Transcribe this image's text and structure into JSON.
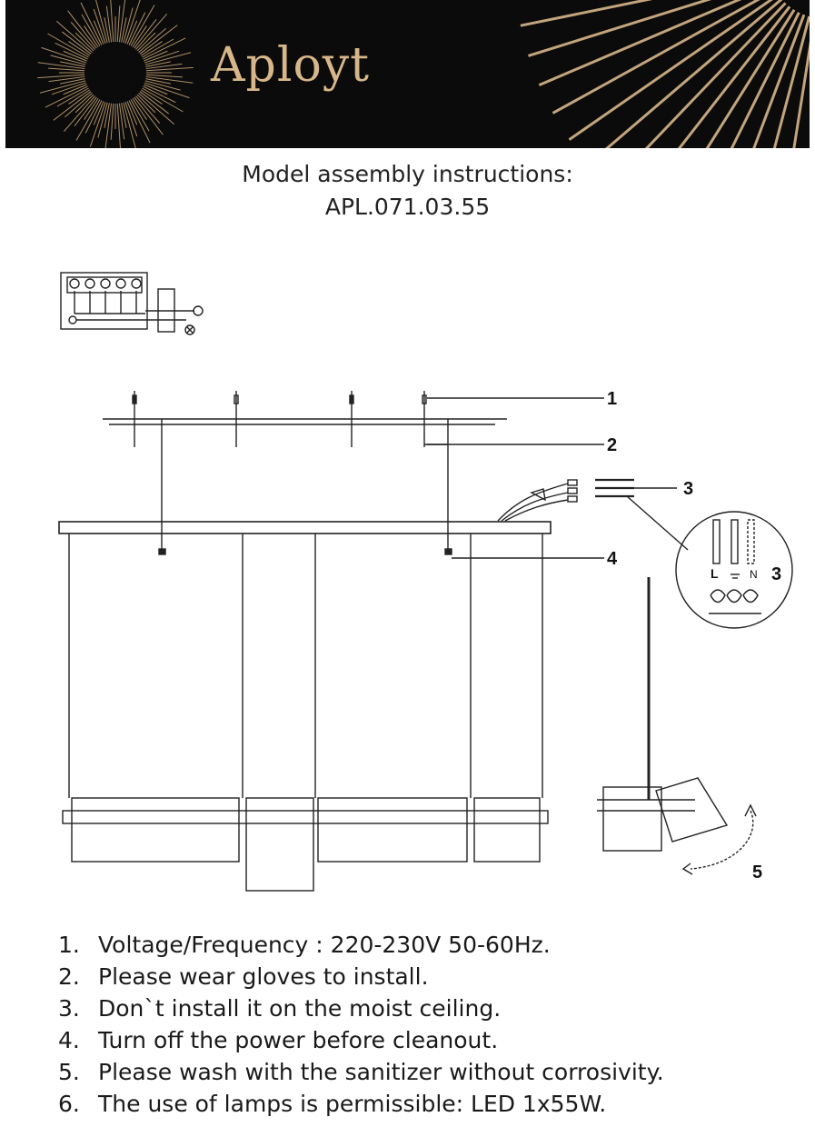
{
  "header": {
    "brand": "Aployt",
    "colors": {
      "background": "#0b0b0b",
      "accent": "#d7b68a"
    }
  },
  "document": {
    "title_line1": "Model assembly instructions:",
    "title_line2": "APL.071.03.55"
  },
  "diagram": {
    "callouts": [
      "1",
      "2",
      "3",
      "4",
      "5"
    ],
    "wiring_labels": {
      "live": "L",
      "neutral": "N"
    },
    "detail_label": "3"
  },
  "notes": [
    {
      "num": "1.",
      "text": "Voltage/Frequency : 220-230V 50-60Hz."
    },
    {
      "num": "2.",
      "text": "Please wear gloves to install."
    },
    {
      "num": "3.",
      "text": "Don`t install it on the moist ceiling."
    },
    {
      "num": "4.",
      "text": "Turn off the power before cleanout."
    },
    {
      "num": "5.",
      "text": "Please wash with the sanitizer without corrosivity."
    },
    {
      "num": "6.",
      "text": "The use of lamps is permissible: LED 1x55W."
    }
  ]
}
